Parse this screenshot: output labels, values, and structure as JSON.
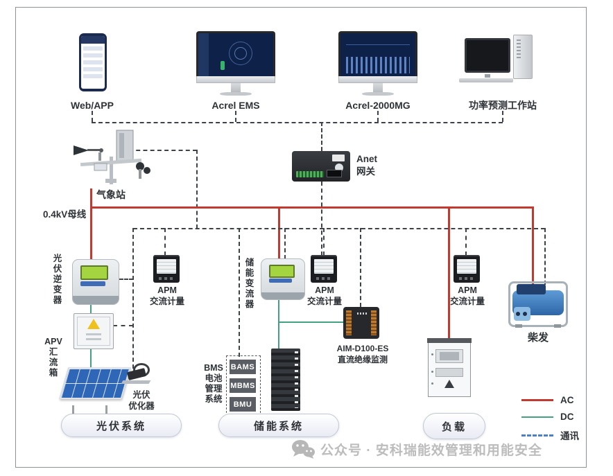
{
  "colors": {
    "ac": "#c2392f",
    "dc": "#45a081",
    "comm": "#3d424a",
    "comm_legend": "#4f80c6"
  },
  "top_row": {
    "items": [
      {
        "id": "web-app",
        "label": "Web/APP"
      },
      {
        "id": "acrel-ems",
        "label": "Acrel EMS"
      },
      {
        "id": "acrel-2000mg",
        "label": "Acrel-2000MG"
      },
      {
        "id": "power-forecast-workstation",
        "label": "功率预测工作站"
      }
    ]
  },
  "gateway": {
    "label": "Anet\n网关"
  },
  "weather_station": {
    "label": "气象站"
  },
  "busbar": {
    "label": "0.4kV母线"
  },
  "pv_branch": {
    "inverter_label": "光\n伏\n逆\n变\n器",
    "meter_label": "APM\n交流计量",
    "combiner_label": "APV\n汇\n流\n箱",
    "optimizer_label": "光伏\n优化器",
    "system_label": "光伏系统"
  },
  "ess_branch": {
    "converter_label": "储\n能\n变\n流\n器",
    "meter_label": "APM\n交流计量",
    "aim_label": "AIM-D100-ES\n直流绝缘监测",
    "bms_label": "BMS\n电池\n管理\n系统",
    "bms_units": [
      "BAMS",
      "MBMS",
      "BMU"
    ],
    "system_label": "储能系统"
  },
  "load_branch": {
    "meter_label": "APM\n交流计量",
    "system_label": "负载"
  },
  "genset": {
    "label": "柴发"
  },
  "legend": {
    "items": [
      {
        "label": "AC",
        "line": "solid-red"
      },
      {
        "label": "DC",
        "line": "solid-green"
      },
      {
        "label": "通讯",
        "line": "dashed-blue"
      }
    ]
  },
  "watermark": {
    "text": "公众号 · 安科瑞能效管理和用能安全"
  }
}
